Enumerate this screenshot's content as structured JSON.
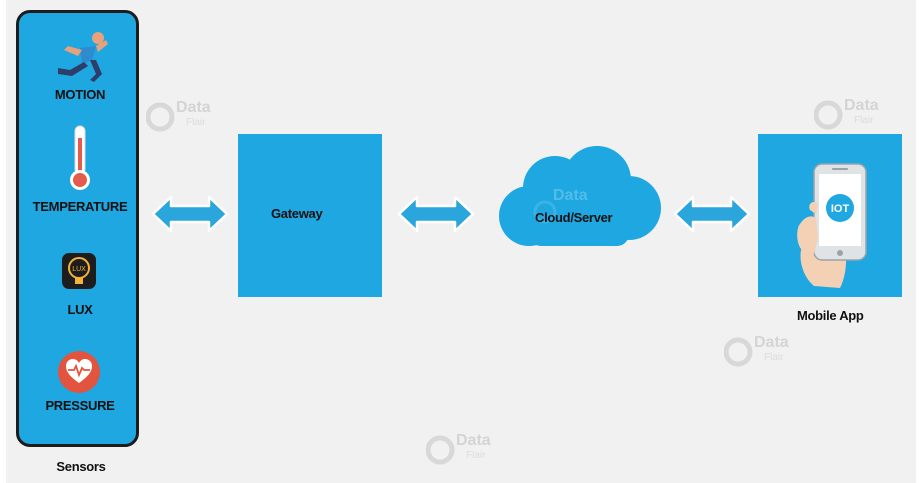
{
  "sensors": {
    "items": [
      {
        "label": "MOTION",
        "icon": "running-man-icon"
      },
      {
        "label": "TEMPERATURE",
        "icon": "thermometer-icon"
      },
      {
        "label": "LUX",
        "icon": "lux-bulb-icon"
      },
      {
        "label": "PRESSURE",
        "icon": "heart-pressure-icon"
      }
    ],
    "caption": "Sensors",
    "lux_icon_text": "LUX"
  },
  "gateway": {
    "label": "Gateway"
  },
  "cloud": {
    "label": "Cloud/Server"
  },
  "mobile": {
    "caption": "Mobile App",
    "phone_text": "IOT"
  },
  "watermark": {
    "line1": "Data",
    "line2": "Flair"
  },
  "colors": {
    "box_blue": "#1ea7e1",
    "arrow_blue": "#2aa6dc",
    "background": "#f1f1f1",
    "border": "#1c1c1c"
  }
}
